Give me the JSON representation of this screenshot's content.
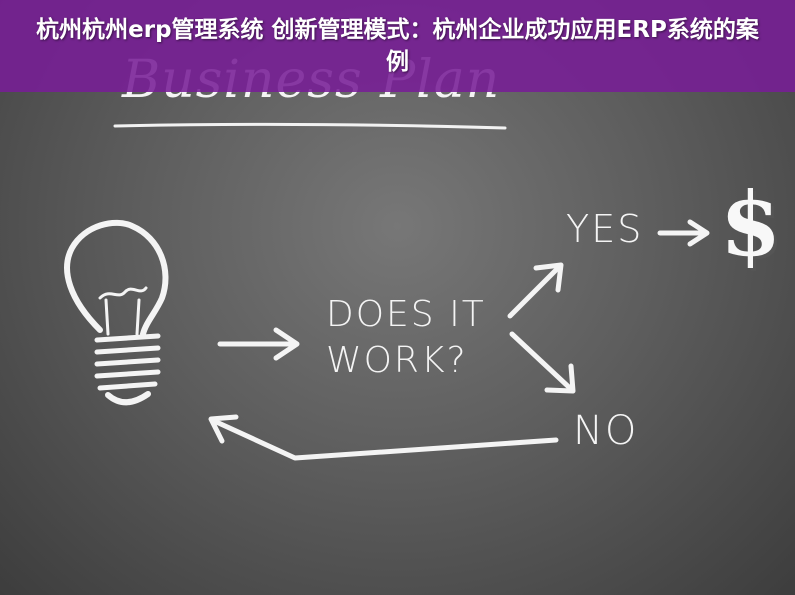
{
  "banner": {
    "title": "杭州杭州erp管理系统 创新管理模式：杭州企业成功应用ERP系统的案例",
    "background_color": "#7a1e96"
  },
  "chalkboard": {
    "heading": "Business Plan",
    "question": "DOES IT\nWORK?",
    "yes_label": "YES",
    "no_label": "NO",
    "money_symbol": "$",
    "icons": [
      "light-bulb-icon",
      "arrow-right-icon",
      "arrow-up-right-icon",
      "arrow-down-right-icon",
      "arrow-loop-back-icon"
    ]
  }
}
